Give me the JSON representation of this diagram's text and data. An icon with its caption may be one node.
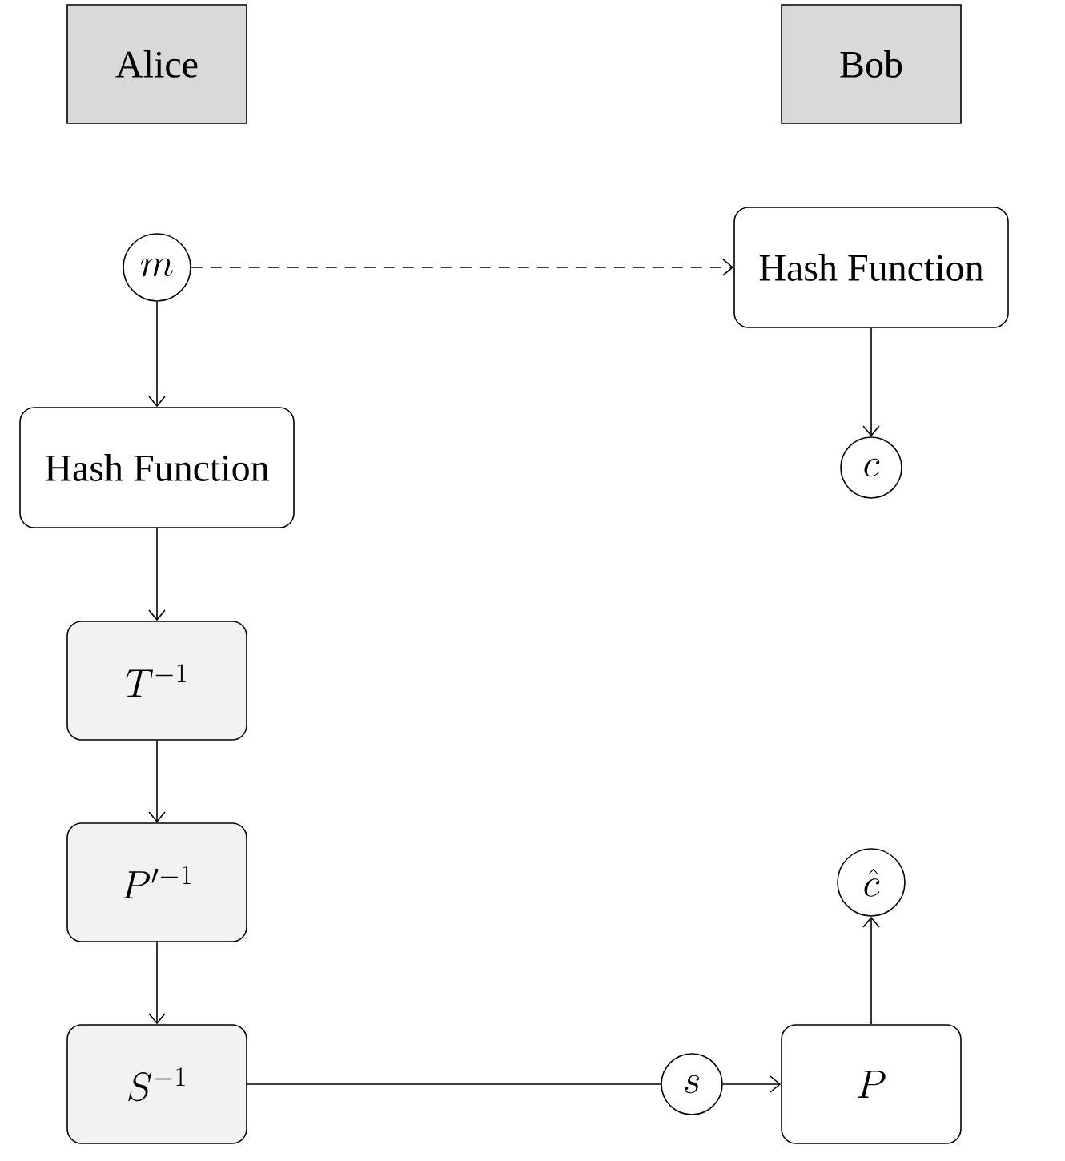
{
  "diagram": {
    "nodes": [
      {
        "text": [
          "Alice"
        ]
      },
      {
        "text": [
          "Bob"
        ]
      },
      {
        "text": [
          "m"
        ]
      },
      {
        "text": [
          "Hash Function"
        ]
      },
      {
        "text": [
          "Hash Function"
        ]
      },
      {
        "text": [
          "c"
        ]
      },
      {
        "text": [
          "T^{-1}"
        ]
      },
      {
        "text": [
          "P'^{-1}"
        ]
      },
      {
        "text": [
          "S^{-1}"
        ]
      },
      {
        "text": [
          "s"
        ]
      },
      {
        "text": [
          "P"
        ]
      },
      {
        "text": [
          "\\hat{c}"
        ]
      }
    ],
    "edges": [
      {
        "from": 2,
        "to": 3,
        "arrow": "to",
        "style": "dashed"
      },
      {
        "from": 2,
        "to": 4,
        "arrow": "to"
      },
      {
        "from": 3,
        "to": 5,
        "arrow": "to"
      },
      {
        "from": 4,
        "to": 6,
        "arrow": "to"
      },
      {
        "from": 6,
        "to": 7,
        "arrow": "to"
      },
      {
        "from": 7,
        "to": 8,
        "arrow": "to"
      },
      {
        "from": 8,
        "to": 9,
        "arrow": "none"
      },
      {
        "from": 9,
        "to": 10,
        "arrow": "to"
      },
      {
        "from": 10,
        "to": 11,
        "arrow": "to"
      }
    ]
  }
}
